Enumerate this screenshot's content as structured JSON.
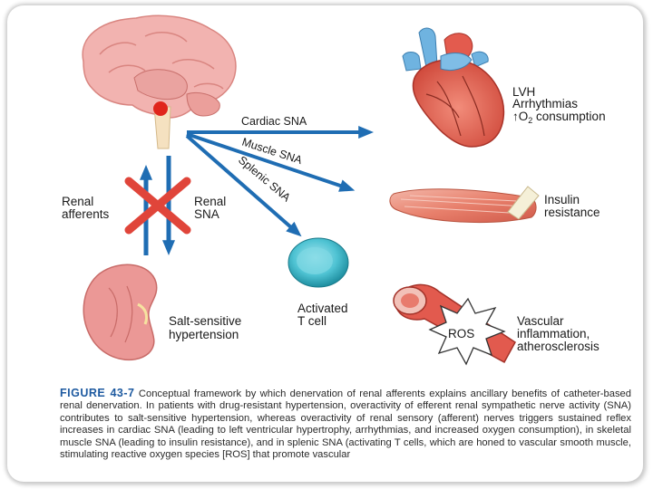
{
  "labels": {
    "lvh": "LVH",
    "arrhythmias": "Arrhythmias",
    "o2_arrow": "↑",
    "o2_prefix": "O",
    "o2_sub": "2",
    "o2_suffix": " consumption",
    "insulin_1": "Insulin",
    "insulin_2": "resistance",
    "renal_afferents_1": "Renal",
    "renal_afferents_2": "afferents",
    "renal_sna_1": "Renal",
    "renal_sna_2": "SNA",
    "activated_1": "Activated",
    "activated_2": "T cell",
    "salt_1": "Salt-sensitive",
    "salt_2": "hypertension",
    "vascular_1": "Vascular",
    "vascular_2": "inflammation,",
    "vascular_3": "atherosclerosis",
    "ros": "ROS"
  },
  "arrows": {
    "cardiac": "Cardiac SNA",
    "muscle": "Muscle SNA",
    "splenic": "Splenic SNA"
  },
  "caption": {
    "figure_number": "FIGURE 43-7",
    "text": "Conceptual framework by which denervation of renal afferents explains ancillary benefits of catheter-based renal denervation. In patients with drug-resistant hypertension, overactivity of efferent renal sympathetic nerve activity (SNA) contributes to salt-sensitive hypertension, whereas overactivity of renal sensory (afferent) nerves triggers sustained reflex increases in cardiac SNA (leading to left ventricular hypertrophy, arrhythmias, and increased oxygen consumption), in skeletal muscle SNA (leading to insulin resistance), and in splenic SNA (activating T cells, which are honed to vascular smooth muscle, stimulating reactive oxygen species [ROS] that promote vascular"
  },
  "colors": {
    "arrow_blue": "#1f6db3",
    "cross_red": "#e0453a",
    "caption_fig": "#1e5aa0"
  }
}
